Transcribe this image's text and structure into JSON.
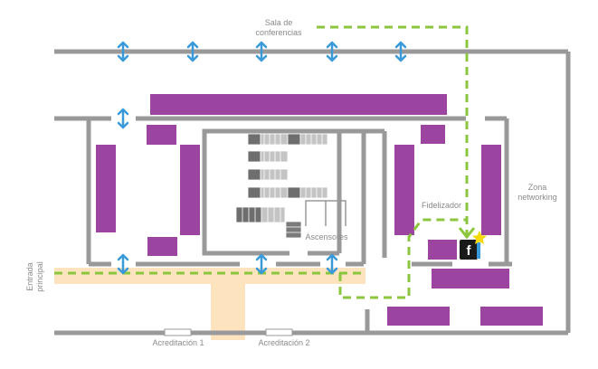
{
  "labels": {
    "conference_room_line1": "Sala de",
    "conference_room_line2": "conferencias",
    "networking_line1": "Zona",
    "networking_line2": "networking",
    "loyalty_desk": "Fidelizador",
    "elevators": "Ascensores",
    "main_entrance_line1": "Entrada",
    "main_entrance_line2": "principal",
    "accreditation_1": "Acreditación 1",
    "accreditation_2": "Acreditación 2"
  },
  "markers": {
    "loyalty_badge_letter": "f",
    "star_icon": "star-icon",
    "door_icon": "double-arrow-icon"
  },
  "colors": {
    "walls": "#999999",
    "booths": "#9b45a0",
    "corridor": "#fde4bf",
    "route": "#8cc63f",
    "door_arrows": "#3a9ad9",
    "badge": "#1a1a1a",
    "star": "#f5d90a",
    "labels": "#8a8a8a"
  }
}
